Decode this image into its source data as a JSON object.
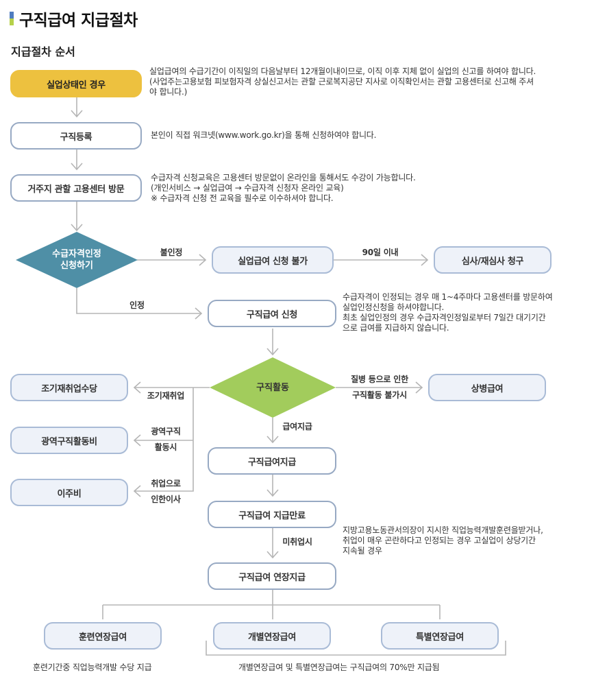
{
  "page_title": "구직급여 지급절차",
  "section_title": "지급절차 순서",
  "colors": {
    "yellow": "#edc13f",
    "teal_diamond": "#4f8fa6",
    "green_diamond": "#a2cc5c",
    "border_blue": "#97a9c3",
    "line_gray": "#b5b5b5"
  },
  "steps": {
    "unemployed": "실업상태인 경우",
    "job_registration": "구직등록",
    "visit_center": "거주지 관할 고용센터 방문",
    "eligibility_line1": "수급자격인정",
    "eligibility_line2": "신청하기",
    "not_allowed": "실업급여 신청 불가",
    "review_request": "심사/재심사 청구",
    "apply": "구직급여 신청",
    "job_search": "구직활동",
    "sickness": "상병급여",
    "early_reemployment": "조기재취업수당",
    "wide_area": "광역구직활동비",
    "relocation": "이주비",
    "payment": "구직급여지급",
    "payment_end": "구직급여 지급만료",
    "extension": "구직급여 연장지급",
    "training_ext": "훈련연장급여",
    "individual_ext": "개별연장급여",
    "special_ext": "특별연장급여"
  },
  "labels": {
    "disapproved": "불인정",
    "within_90": "90일 이내",
    "approved": "인정",
    "sick_line1": "질병 등으로 인한",
    "sick_line2": "구직활동 불가시",
    "early_reemploy": "조기재취업",
    "wide_line1": "광역구직",
    "wide_line2": "활동시",
    "move_line1": "취업으로",
    "move_line2": "인한이사",
    "pay": "급여지급",
    "not_employed": "미취업시"
  },
  "descriptions": {
    "unemployed": [
      "실업급여의 수급기간이 이직일의 다음날부터 12개월이내이므로, 이직 이후 지체 없이 실업의 신고를 하여야 합니다.",
      "(사업주는고용보험 피보험자격 상실신고서는 관할 근로복지공단 지사로 이직확인서는 관할 고용센터로 신고해 주셔",
      "야 합니다.)"
    ],
    "job_registration": [
      "본인이 직접 워크넷(www.work.go.kr)을 통해 신청하여야 합니다."
    ],
    "visit_center": [
      "수급자격 신청교육은 고용센터 방문없이 온라인을 통해서도 수강이 가능합니다.",
      "(개인서비스 → 실업급여 → 수급자격 신청자 온라인 교육)",
      "※ 수급자격 신청 전 교육을 필수로 이수하셔야 합니다."
    ],
    "apply": [
      "수급자격이 인정되는 경우 매 1~4주마다 고용센터를 방문하여",
      "실업인정신청을 하셔야합니다.",
      "최초 실업인정의 경우 수급자격인정일로부터 7일간 대기기간",
      "으로 급여를 지급하지 않습니다."
    ],
    "extension": [
      "지방고용노동관서의장이 지시한 직업능력개발훈련을받거나,",
      "취업이 매우 곤란하다고 인정되는 경우 고실업이 상당기간",
      "지속될 경우"
    ]
  },
  "notes": {
    "training": "훈련기간중 직업능력개발 수당 지급",
    "individual_special": "개별연장급여 및 특별연장급여는 구직급여의 70%만 지급됨"
  }
}
